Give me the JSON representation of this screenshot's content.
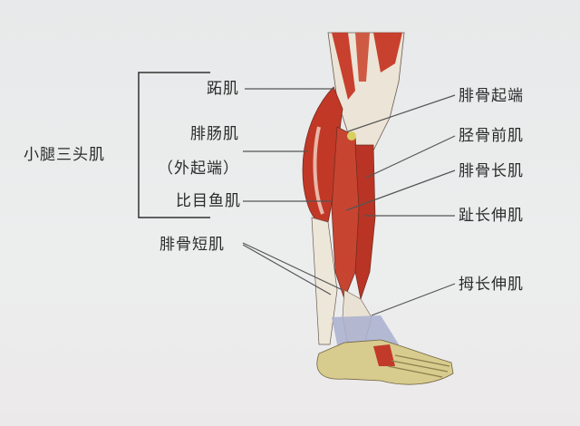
{
  "diagram": {
    "subject": "lower leg muscles, lateral view",
    "group_label": "小腿三头肌",
    "group_members": [
      {
        "id": "plantaris",
        "text": "跖肌"
      },
      {
        "id": "gastrocnemius",
        "text": "腓肠肌"
      },
      {
        "id": "gastrocnemius_note",
        "text": "（外起端）"
      },
      {
        "id": "soleus",
        "text": "比目鱼肌"
      }
    ],
    "left_labels": [
      {
        "id": "peroneus_brevis",
        "text": "腓骨短肌"
      }
    ],
    "right_labels": [
      {
        "id": "fibula_origin",
        "text": "腓骨起端"
      },
      {
        "id": "tibialis_anterior",
        "text": "胫骨前肌"
      },
      {
        "id": "peroneus_longus",
        "text": "腓骨长肌"
      },
      {
        "id": "ext_digitorum_longus",
        "text": "趾长伸肌"
      },
      {
        "id": "ext_hallucis_longus",
        "text": "拇长伸肌"
      }
    ],
    "colors": {
      "background": "#e9ebec",
      "muscle": "#c23a2a",
      "tendon": "#ece6d6",
      "bone": "#d9cc8e",
      "ligament": "#9aa3c6",
      "leader_line": "#555555"
    }
  }
}
